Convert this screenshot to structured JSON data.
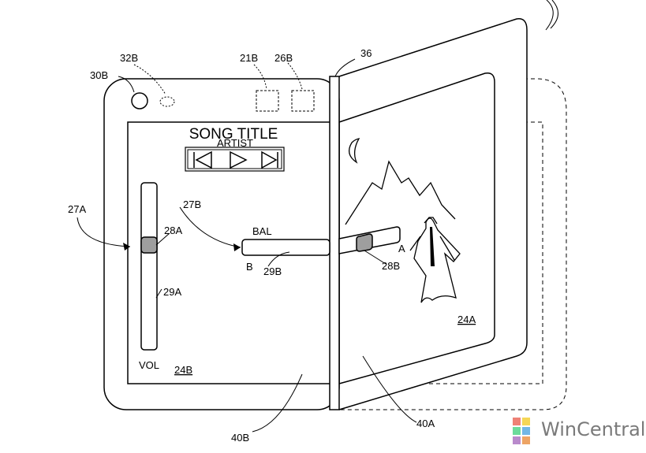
{
  "screen": {
    "song_title": "SONG TITLE",
    "artist": "ARTIST",
    "volume_label": "VOL",
    "balance_label": "BAL",
    "balance_left_marker": "B",
    "balance_right_marker": "A"
  },
  "reference_labels": {
    "r30B": "30B",
    "r32B": "32B",
    "r21B": "21B",
    "r26B": "26B",
    "r36": "36",
    "r27A": "27A",
    "r28A": "28A",
    "r29A": "29A",
    "r27B": "27B",
    "r28B": "28B",
    "r29B": "29B",
    "r24B": "24B",
    "r24A": "24A",
    "r40B": "40B",
    "r40A": "40A"
  },
  "watermark": {
    "text": "WinCentral",
    "logo_colors": [
      "#e74c3c",
      "#f1c40f",
      "#2ecc71",
      "#3498db",
      "#9b59b6",
      "#e67e22"
    ]
  },
  "icons": [
    "previous-track-icon",
    "play-icon",
    "next-track-icon",
    "moon-icon",
    "mountain-icon",
    "figure-icon",
    "camera-icon",
    "sensor-icon"
  ]
}
